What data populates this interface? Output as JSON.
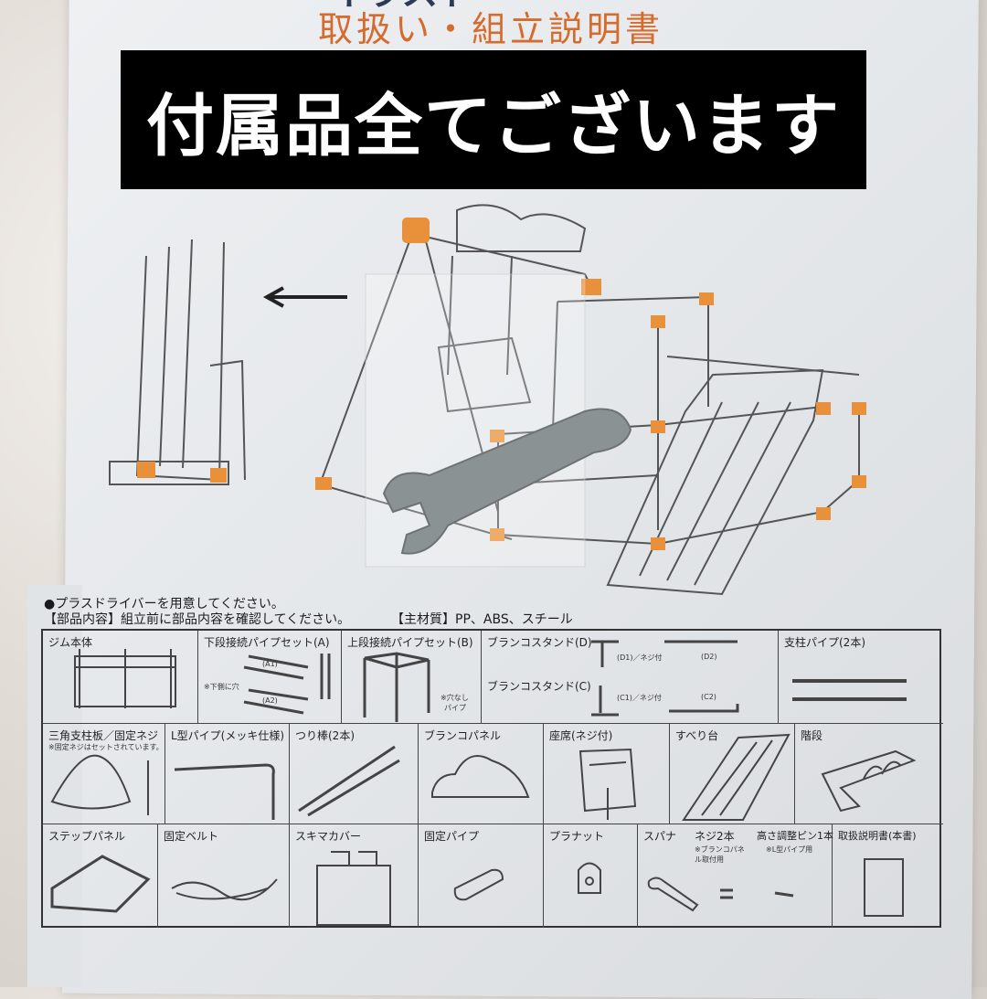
{
  "manual": {
    "title_partial": "イラスト",
    "subtitle": "取扱い・組立説明書"
  },
  "banner": {
    "text": "付属品全てございます"
  },
  "notes": {
    "driver": "●プラスドライバーを用意してください。",
    "contents": "【部品内容】組立前に部品内容を確認してください。",
    "materials": "【主材質】PP、ABS、スチール"
  },
  "parts": [
    {
      "name": "ジム本体"
    },
    {
      "name": "下段接続パイプセット(A)",
      "labels": [
        "(A1)",
        "(A2)",
        "※下側に穴"
      ]
    },
    {
      "name": "上段接続パイプセット(B)",
      "labels": [
        "※穴なし",
        "パイプ"
      ]
    },
    {
      "name": "ブランコスタンド(D)",
      "labels": [
        "(D1)／ネジ付",
        "(D2)"
      ]
    },
    {
      "name": "ブランコスタンド(C)",
      "labels": [
        "(C1)／ネジ付",
        "(C2)"
      ]
    },
    {
      "name": "支柱パイプ(2本)"
    },
    {
      "name": "三角支柱板／固定ネジ",
      "note": "※固定ネジはセットされています。"
    },
    {
      "name": "L型パイプ(メッキ仕様)"
    },
    {
      "name": "つり棒(2本)"
    },
    {
      "name": "ブランコパネル"
    },
    {
      "name": "座席(ネジ付)"
    },
    {
      "name": "すべり台"
    },
    {
      "name": "階段"
    },
    {
      "name": "ステップパネル"
    },
    {
      "name": "固定ベルト"
    },
    {
      "name": "スキマカバー"
    },
    {
      "name": "固定パイプ"
    },
    {
      "name": "プラナット"
    },
    {
      "name": "スパナ"
    },
    {
      "name": "ネジ2本",
      "note": "※ブランコパネル取付用"
    },
    {
      "name": "高さ調整ピン1本",
      "note": "※L型パイプ用"
    },
    {
      "name": "取扱説明書(本書)"
    }
  ],
  "colors": {
    "accent": "#e8903a",
    "banner_bg": "#000000",
    "banner_text": "#ffffff",
    "title": "#d56b2c"
  }
}
